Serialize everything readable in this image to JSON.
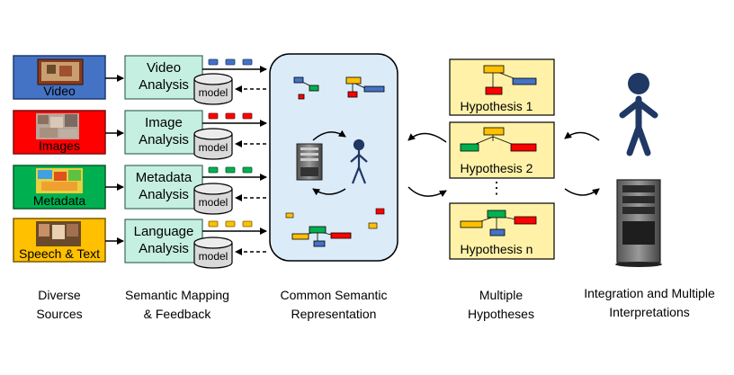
{
  "sources": [
    {
      "label": "Video",
      "color": "#4472c4"
    },
    {
      "label": "Images",
      "color": "#ff0000"
    },
    {
      "label": "Metadata",
      "color": "#00b050"
    },
    {
      "label": "Speech & Text",
      "color": "#ffc000"
    }
  ],
  "analyses": [
    {
      "line1": "Video",
      "line2": "Analysis"
    },
    {
      "line1": "Image",
      "line2": "Analysis"
    },
    {
      "line1": "Metadata",
      "line2": "Analysis"
    },
    {
      "line1": "Language",
      "line2": "Analysis"
    }
  ],
  "model_label": "model",
  "hypotheses": {
    "items": [
      "Hypothesis 1",
      "Hypothesis 2",
      "Hypothesis n"
    ],
    "ellipsis": "⋮"
  },
  "stage_labels": {
    "sources": [
      "Diverse",
      "Sources"
    ],
    "mapping": [
      "Semantic Mapping",
      "& Feedback"
    ],
    "representation": [
      "Common Semantic",
      "Representation"
    ],
    "hypotheses": [
      "Multiple",
      "Hypotheses"
    ],
    "integration": [
      "Integration and Multiple",
      "Interpretations"
    ]
  },
  "colors": {
    "blue": "#4472c4",
    "red": "#ff0000",
    "green": "#00b050",
    "yellow": "#ffc000",
    "analysis_fill": "#c5efe0",
    "hypothesis_fill": "#fff2a8",
    "representation_fill": "#dcebf8",
    "person": "#1f3864"
  },
  "icons": {
    "person": "person-icon",
    "server": "server-icon",
    "cylinder": "database-cylinder-icon"
  }
}
